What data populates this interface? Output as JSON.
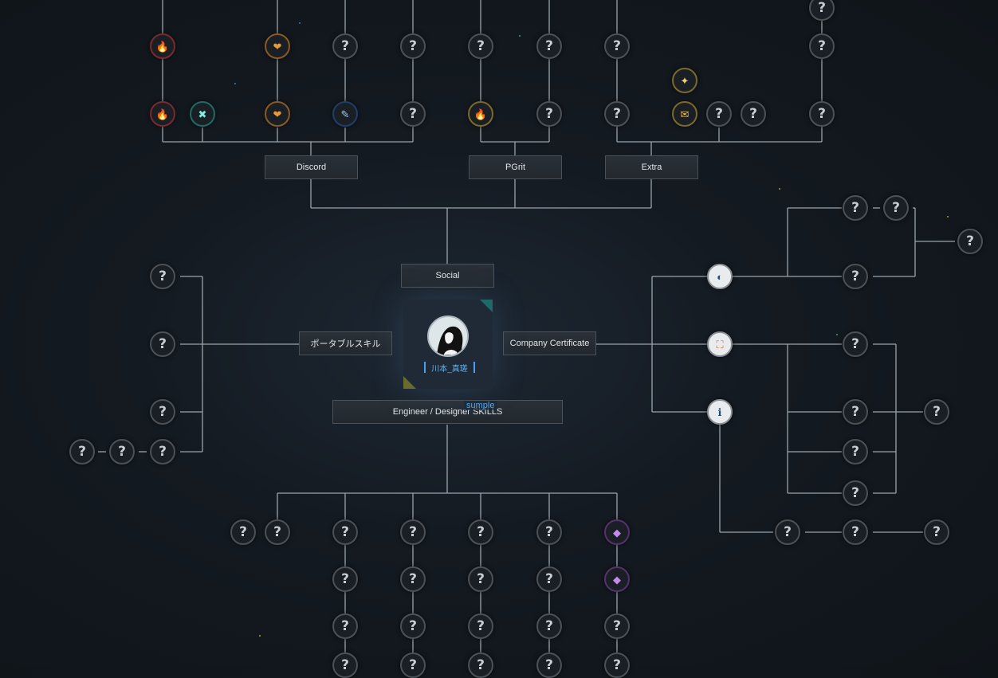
{
  "center": {
    "name": "川本_真瑳",
    "tag": "sumple"
  },
  "boxes": {
    "social": "Social",
    "discord": "Discord",
    "pgrit": "PGrit",
    "extra": "Extra",
    "portable": "ポータブルスキル",
    "company": "Company Certificate",
    "engineer": "Engineer / Designer SKILLS"
  },
  "unknown_symbol": "?",
  "colors": {
    "background": "#0f1419",
    "line": "#9aa3ab",
    "node_border": "#4b5158",
    "tag": "#5aa8e8"
  },
  "icons": {
    "fire": "flame-icon",
    "heart": "heart-icon",
    "teal": "crossed-swords-icon",
    "blue": "pencil-icon",
    "gold": "flame-icon",
    "star": "sparkle-icon",
    "goldScroll": "scroll-icon",
    "purple": "gem-icon",
    "cert1": "badge-icon",
    "cert2": "frame-icon",
    "cert3": "genie-icon"
  }
}
